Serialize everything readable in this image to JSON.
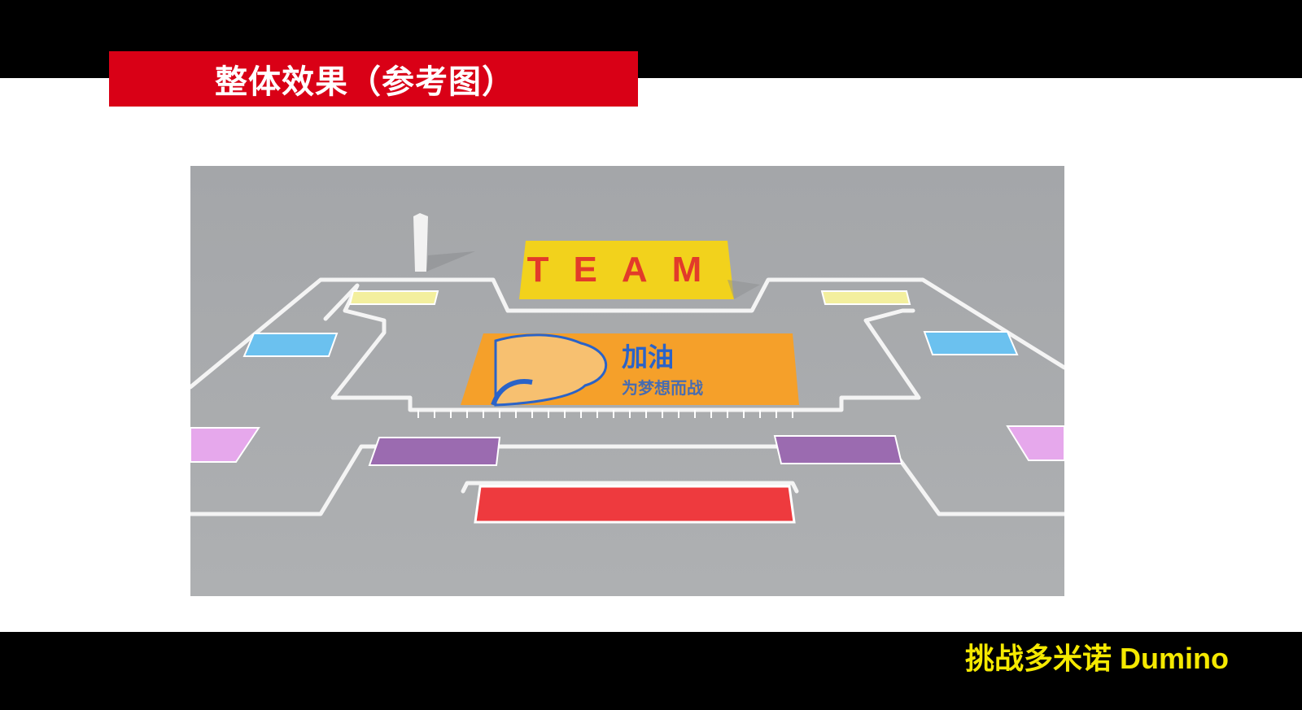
{
  "slide": {
    "title": "整体效果（参考图）",
    "footer_brand": "挑战多米诺 Dumino"
  },
  "scene_image": {
    "team_text": "TEAM",
    "mural_main_text": "加油",
    "mural_sub_text": "为梦想而战",
    "colors": {
      "slide_accent": "#d90016",
      "footer_text": "#f5e900",
      "floor": "#a8aaad",
      "team_block": "#f2d21c",
      "team_letters": "#e23b2a",
      "mural_bg": "#f5a02a",
      "mural_text": "#2a63c8",
      "red_block": "#ee3a3e",
      "purple_block": "#9b6bb0",
      "lilac_block": "#e6a8ec",
      "blue_block": "#6bc1ef",
      "yellow_block": "#f3ef9e"
    }
  }
}
